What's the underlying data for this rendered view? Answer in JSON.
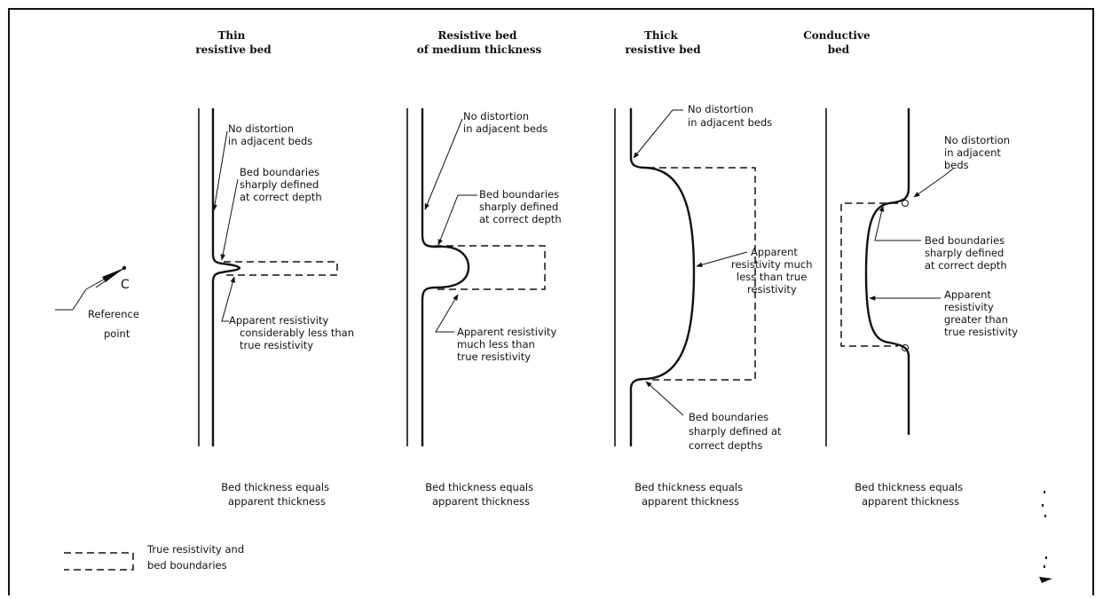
{
  "panels": [
    {
      "title": [
        "Thin",
        "resistive bed"
      ],
      "annotations": [
        [
          "No distortion",
          "in adjacent beds"
        ],
        [
          "Bed boundaries",
          "sharply defined",
          "at correct depth"
        ],
        [
          "Apparent resistivity",
          "considerably less than",
          "true resistivity"
        ]
      ],
      "caption": [
        "Bed thickness equals",
        "apparent thickness"
      ]
    },
    {
      "title": [
        "Resistive bed",
        "of medium thickness"
      ],
      "annotations": [
        [
          "No distortion",
          "in adjacent beds"
        ],
        [
          "Bed boundaries",
          "sharply defined",
          "at correct depth"
        ],
        [
          "Apparent resistivity",
          "much less than",
          "true resistivity"
        ]
      ],
      "caption": [
        "Bed thickness equals",
        "apparent thickness"
      ]
    },
    {
      "title": [
        "Thick",
        "resistive bed"
      ],
      "annotations": [
        [
          "No distortion",
          "in adjacent beds"
        ],
        [
          "Apparent",
          "resistivity much",
          "less than true",
          "resistivity"
        ],
        [
          "Bed boundaries",
          "sharply defined at",
          "correct depths"
        ]
      ],
      "caption": [
        "Bed thickness equals",
        "apparent thickness"
      ]
    },
    {
      "title": [
        "Conductive",
        "bed"
      ],
      "annotations": [
        [
          "No distortion",
          "in adjacent",
          "beds"
        ],
        [
          "Bed boundaries",
          "sharply defined",
          "at correct depth"
        ],
        [
          "Apparent",
          "resistivity",
          "greater than",
          "true resistivity"
        ]
      ],
      "caption": [
        "Bed thickness equals",
        "apparent thickness"
      ]
    }
  ],
  "reference": {
    "letter": "C",
    "label": [
      "Reference",
      "point"
    ]
  },
  "legend": {
    "label": [
      "True resistivity and",
      "bed boundaries"
    ]
  }
}
